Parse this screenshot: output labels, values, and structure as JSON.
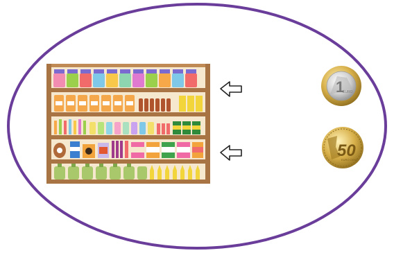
{
  "colors": {
    "ellipse_border": "#6a3d9a",
    "shelf_wood": "#b9824f",
    "shelf_back": "#f6e7cf",
    "arrow_stroke": "#222222",
    "coin_gold": "#d9b24a",
    "coin_silver": "#cfcfcf"
  },
  "coins": {
    "one_euro": {
      "value_text": "1",
      "unit_text": "EURO"
    },
    "fifty_cent": {
      "value_text": "50",
      "unit_text": "EURO CENT"
    }
  },
  "icons": {
    "upper_arrow": "arrow-left-icon",
    "lower_arrow": "arrow-left-icon",
    "shelf_illustration": "store-shelf-icon"
  }
}
